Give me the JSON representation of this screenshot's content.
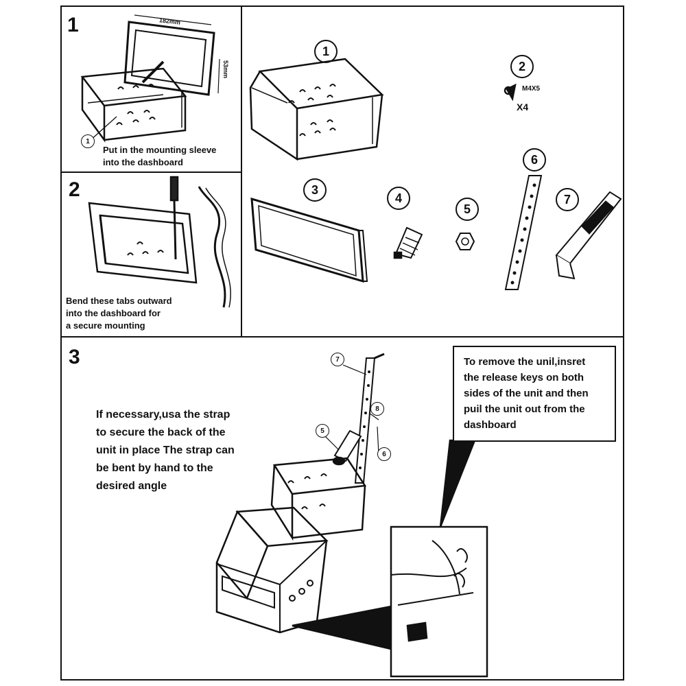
{
  "steps": [
    {
      "number": "1",
      "caption": "Put in the mounting sleeve\ninto the dashboard",
      "callout": "1",
      "dimensions": [
        "182mm",
        "53mm"
      ]
    },
    {
      "number": "2",
      "caption": "Bend these tabs outward\ninto the dashboard for\na secure mounting"
    },
    {
      "number": "3",
      "caption": "If necessary,usa the strap\nto secure the back of the\n unit in place The strap can\nbe bent by hand to the\ndesired angle",
      "release_caption": "To remove the unil,insret\nthe release keys on both\nsides of the unit and then\npuil the unit out from the\ndashboard",
      "callouts": [
        "7",
        "5",
        "8",
        "6"
      ]
    }
  ],
  "parts": [
    {
      "number": "1"
    },
    {
      "number": "2",
      "spec": "M4X5",
      "qty": "X4"
    },
    {
      "number": "3"
    },
    {
      "number": "4"
    },
    {
      "number": "5"
    },
    {
      "number": "6"
    },
    {
      "number": "7"
    }
  ],
  "colors": {
    "ink": "#111111",
    "paper": "#ffffff"
  }
}
